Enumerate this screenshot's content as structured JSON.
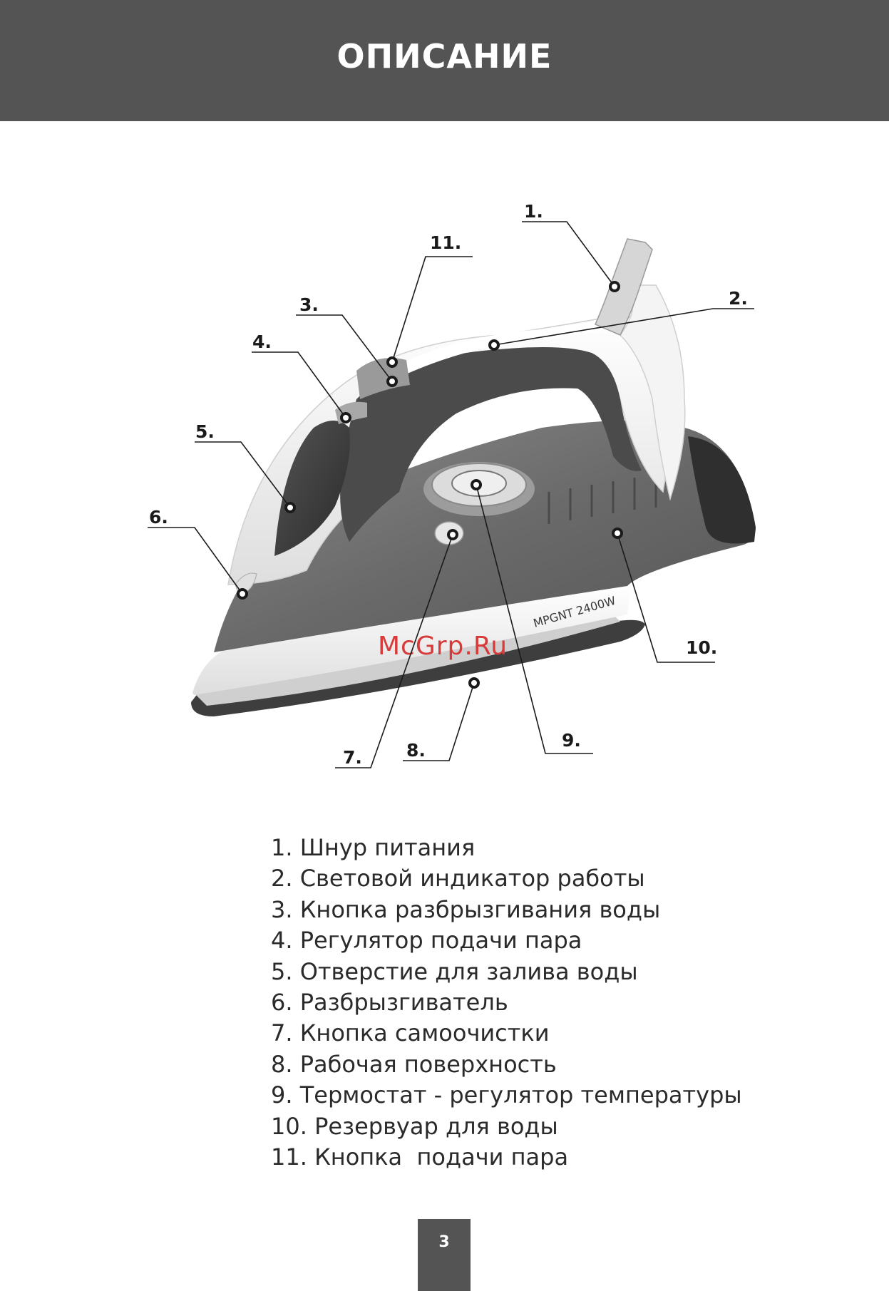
{
  "header": {
    "title": "ОПИСАНИЕ"
  },
  "diagram": {
    "watermark": "McGrp.Ru",
    "model_text": "MPGNT 2400W",
    "callouts": {
      "c1": "1.",
      "c2": "2.",
      "c3": "3.",
      "c4": "4.",
      "c5": "5.",
      "c6": "6.",
      "c7": "7.",
      "c8": "8.",
      "c9": "9.",
      "c10": "10.",
      "c11": "11."
    }
  },
  "parts": [
    "1. Шнур питания",
    "2. Световой индикатор работы",
    "3. Кнопка разбрызгивания воды",
    "4. Регулятор подачи пара",
    "5. Отверстие для залива воды",
    "6. Разбрызгиватель",
    "7. Кнопка самоочистки",
    "8. Рабочая поверхность",
    "9. Термостат - регулятор температуры",
    "10. Резервуар для воды",
    "11. Кнопка  подачи пара"
  ],
  "footer": {
    "page_number": "3"
  }
}
